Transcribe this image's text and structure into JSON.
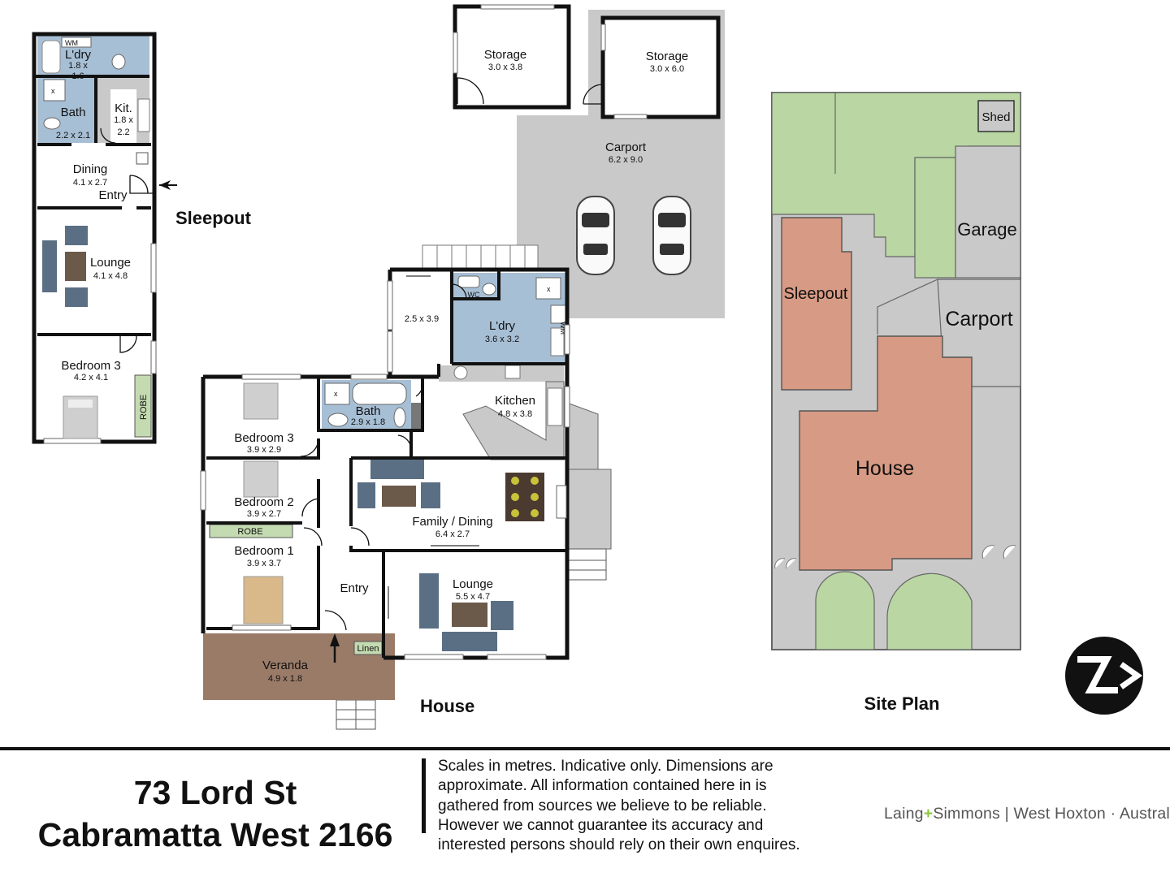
{
  "sections": {
    "sleepout": "Sleepout",
    "house": "House",
    "site_plan": "Site Plan"
  },
  "sleepout_rooms": [
    {
      "name": "L'dry",
      "dims": "1.8 x\n1.6"
    },
    {
      "name": "Bath",
      "dims": "2.2 x 2.1"
    },
    {
      "name": "Kit.",
      "dims": "1.8 x\n2.2"
    },
    {
      "name": "Dining",
      "dims": "4.1 x 2.7"
    },
    {
      "name": "Entry",
      "dims": ""
    },
    {
      "name": "Lounge",
      "dims": "4.1 x 4.8"
    },
    {
      "name": "Bedroom 3",
      "dims": "4.2 x 4.1"
    }
  ],
  "sleepout_labels": {
    "wm": "WM",
    "robe": "ROBE",
    "x": "x"
  },
  "outbuildings": [
    {
      "name": "Storage",
      "dims": "3.0 x 3.8"
    },
    {
      "name": "Storage",
      "dims": "3.0 x 6.0"
    },
    {
      "name": "Carport",
      "dims": "6.2 x 9.0"
    }
  ],
  "house_rooms": [
    {
      "name": "",
      "dims": "2.5 x 3.9"
    },
    {
      "name": "L'dry",
      "dims": "3.6 x 3.2"
    },
    {
      "name": "Kitchen",
      "dims": "4.8 x 3.8"
    },
    {
      "name": "Bath",
      "dims": "2.9 x 1.8"
    },
    {
      "name": "Bedroom 3",
      "dims": "3.9 x 2.9"
    },
    {
      "name": "Bedroom 2",
      "dims": "3.9 x 2.7"
    },
    {
      "name": "Bedroom 1",
      "dims": "3.9 x 3.7"
    },
    {
      "name": "Family / Dining",
      "dims": "6.4 x 2.7"
    },
    {
      "name": "Lounge",
      "dims": "5.5 x 4.7"
    },
    {
      "name": "Entry",
      "dims": ""
    },
    {
      "name": "Veranda",
      "dims": "4.9 x 1.8"
    }
  ],
  "house_labels": {
    "wc": "WC",
    "wm": "WM",
    "robe": "ROBE",
    "linen": "Linen",
    "x": "x"
  },
  "site_plan_labels": {
    "shed": "Shed",
    "garage": "Garage",
    "sleepout": "Sleepout",
    "carport": "Carport",
    "house": "House"
  },
  "colors": {
    "tile": "#a7bfd5",
    "concrete": "#c9c9c9",
    "veranda": "#9a7b68",
    "lawn": "#b9d6a3",
    "building": "#d79a84",
    "robe": "#c4dbb1"
  },
  "icons": {
    "north": "north-arrow-icon"
  },
  "footer": {
    "address_line1": "73 Lord St",
    "address_line2": "Cabramatta West 2166",
    "disclaimer": [
      "Scales in metres. Indicative only. Dimensions are",
      "approximate. All information contained here in is",
      "gathered from sources we believe to be reliable.",
      "However we cannot guarantee its accuracy and",
      "interested persons should rely on their own enquires."
    ],
    "agency_name1": "Laing",
    "agency_plus": "+",
    "agency_name2": "Simmons",
    "agency_sep": "|",
    "agency_location": "West Hoxton · Austral"
  }
}
